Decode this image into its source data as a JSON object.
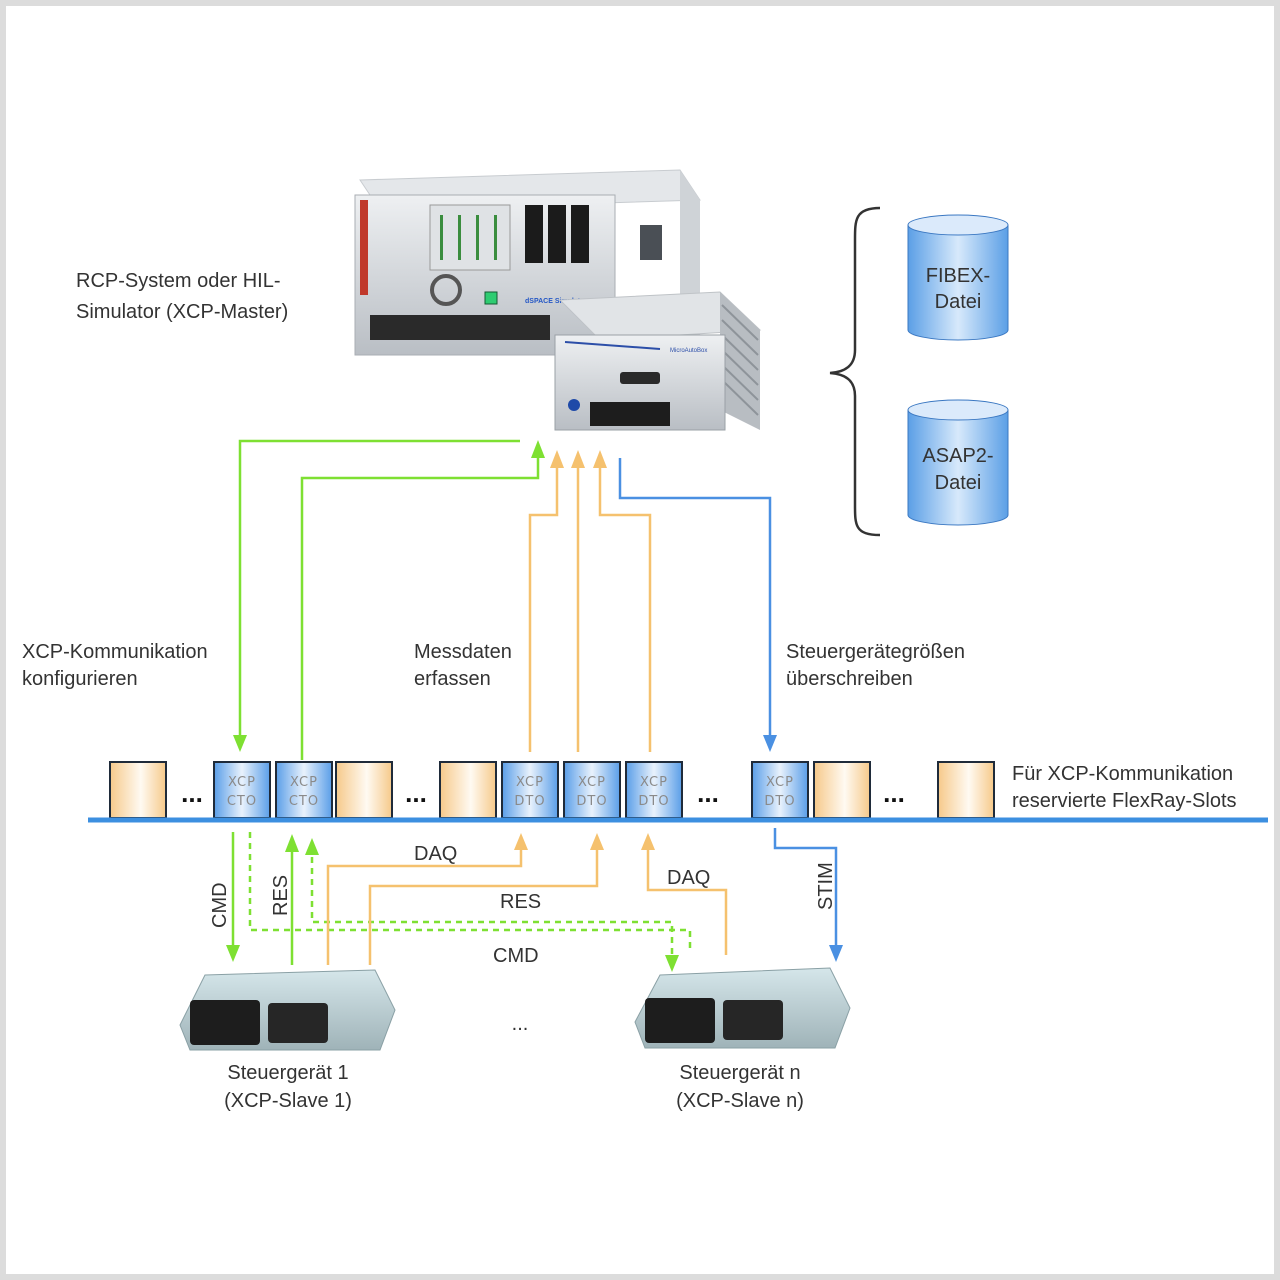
{
  "master": {
    "label_line1": "RCP-System oder HIL-",
    "label_line2": "Simulator (XCP-Master)",
    "device1_brand": "dSPACE Simulator",
    "device2_brand": "MicroAutoBox"
  },
  "files": [
    {
      "line1": "FIBEX-",
      "line2": "Datei"
    },
    {
      "line1": "ASAP2-",
      "line2": "Datei"
    }
  ],
  "annotations": {
    "config": {
      "line1": "XCP-Kommunikation",
      "line2": "konfigurieren"
    },
    "measure": {
      "line1": "Messdaten",
      "line2": "erfassen"
    },
    "overwrite": {
      "line1": "Steuergerätegrößen",
      "line2": "überschreiben"
    },
    "slots_legend": {
      "line1": "Für XCP-Kommunikation",
      "line2": "reservierte FlexRay-Slots"
    }
  },
  "slots": [
    {
      "type": "other"
    },
    {
      "type": "ellipsis",
      "text": "..."
    },
    {
      "type": "xcp",
      "line1": "XCP",
      "line2": "CTO"
    },
    {
      "type": "xcp",
      "line1": "XCP",
      "line2": "CTO"
    },
    {
      "type": "other"
    },
    {
      "type": "ellipsis",
      "text": "..."
    },
    {
      "type": "other"
    },
    {
      "type": "xcp",
      "line1": "XCP",
      "line2": "DTO"
    },
    {
      "type": "xcp",
      "line1": "XCP",
      "line2": "DTO"
    },
    {
      "type": "xcp",
      "line1": "XCP",
      "line2": "DTO"
    },
    {
      "type": "ellipsis",
      "text": "..."
    },
    {
      "type": "xcp",
      "line1": "XCP",
      "line2": "DTO"
    },
    {
      "type": "other"
    },
    {
      "type": "ellipsis",
      "text": "..."
    },
    {
      "type": "other"
    }
  ],
  "bus_labels": {
    "cmd1": "CMD",
    "res1": "RES",
    "daq1": "DAQ",
    "res2": "RES",
    "cmd2": "CMD",
    "daq2": "DAQ",
    "stim": "STIM"
  },
  "slaves": [
    {
      "line1": "Steuergerät 1",
      "line2": "(XCP-Slave 1)"
    },
    {
      "line1": "Steuergerät n",
      "line2": "(XCP-Slave n)"
    }
  ],
  "slaves_ellipsis": "...",
  "colors": {
    "green": "#7ee032",
    "orange": "#f5c16e",
    "blue": "#4a90e2",
    "bus": "#3c8fe0"
  }
}
